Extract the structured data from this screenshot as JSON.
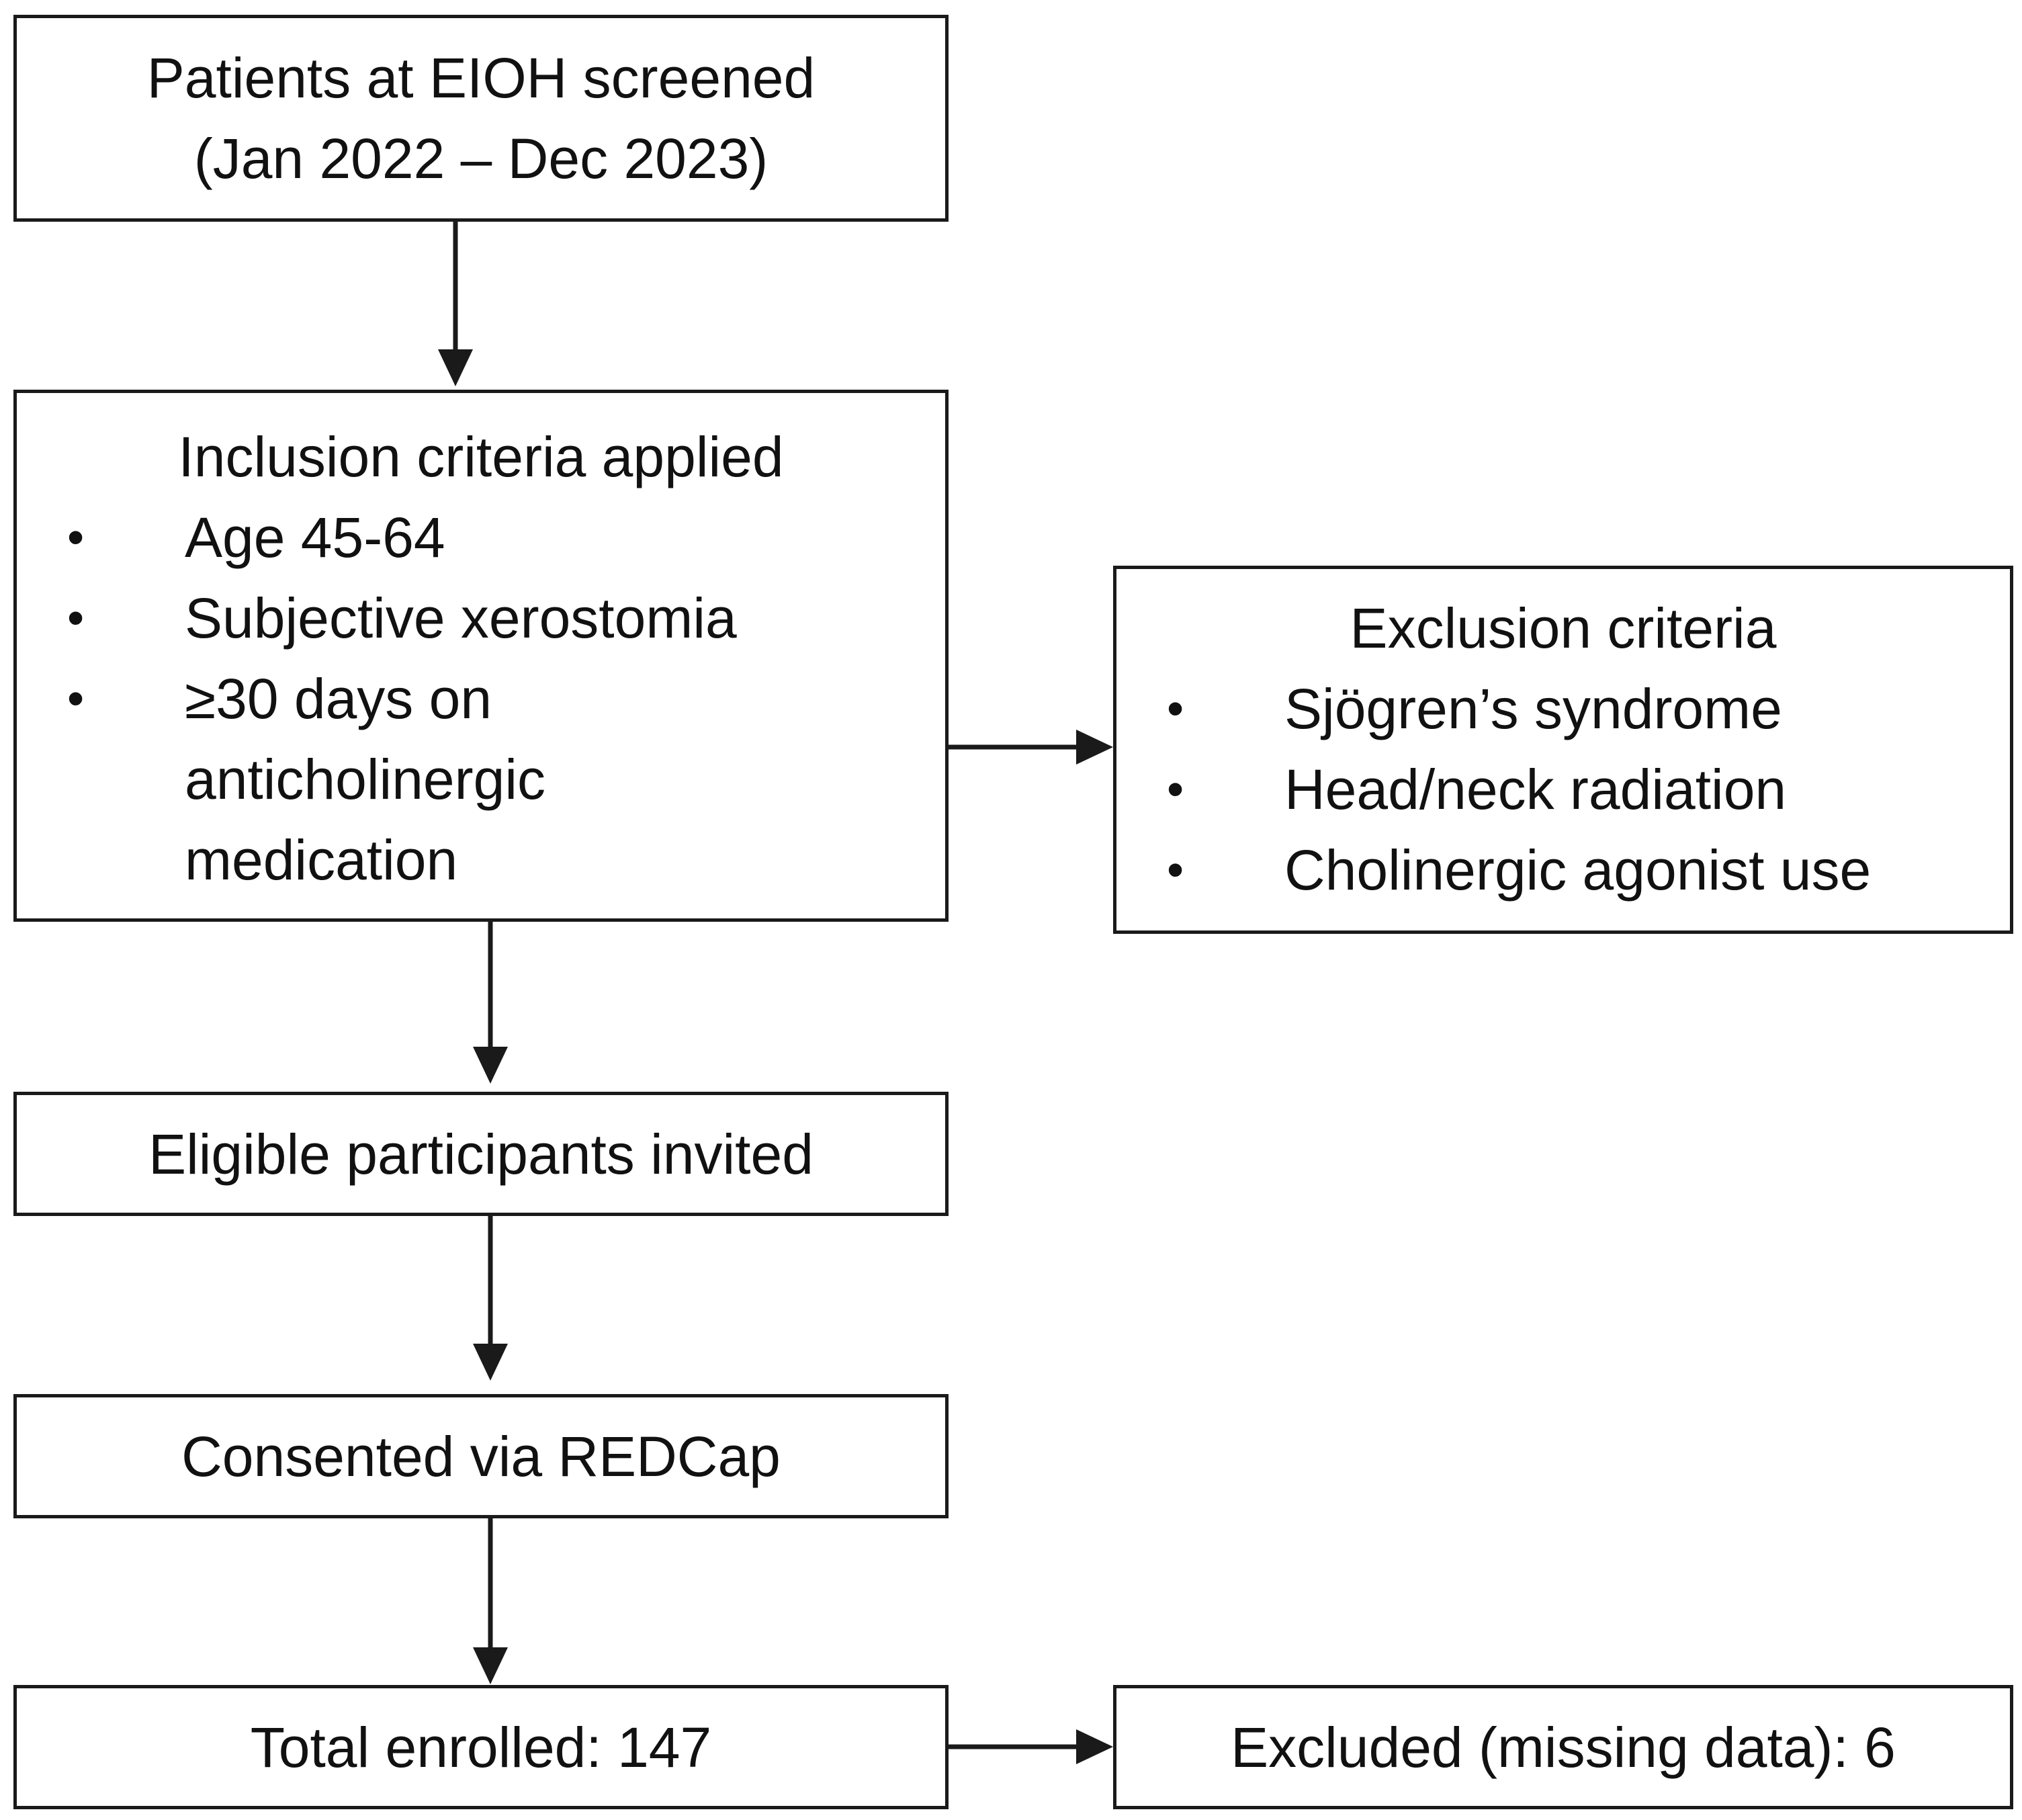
{
  "diagram": {
    "screened": {
      "line1": "Patients at EIOH screened",
      "line2": "(Jan 2022 – Dec 2023)"
    },
    "inclusion": {
      "title": "Inclusion criteria applied",
      "bullet_symbol": "•",
      "items": [
        "Age 45-64",
        "Subjective xerostomia",
        "≥30 days on",
        "anticholinergic",
        "medication"
      ]
    },
    "exclusion": {
      "title": "Exclusion criteria",
      "bullet_symbol": "•",
      "items": [
        "Sjögren’s syndrome",
        "Head/neck radiation",
        "Cholinergic agonist use"
      ]
    },
    "invited": {
      "label": "Eligible participants invited"
    },
    "consented": {
      "label": "Consented via REDCap"
    },
    "enrolled": {
      "label": "Total enrolled: 147"
    },
    "excluded": {
      "label": "Excluded (missing data): 6"
    },
    "colors": {
      "stroke": "#1a1a1a",
      "text": "#111111",
      "background": "#ffffff"
    }
  }
}
